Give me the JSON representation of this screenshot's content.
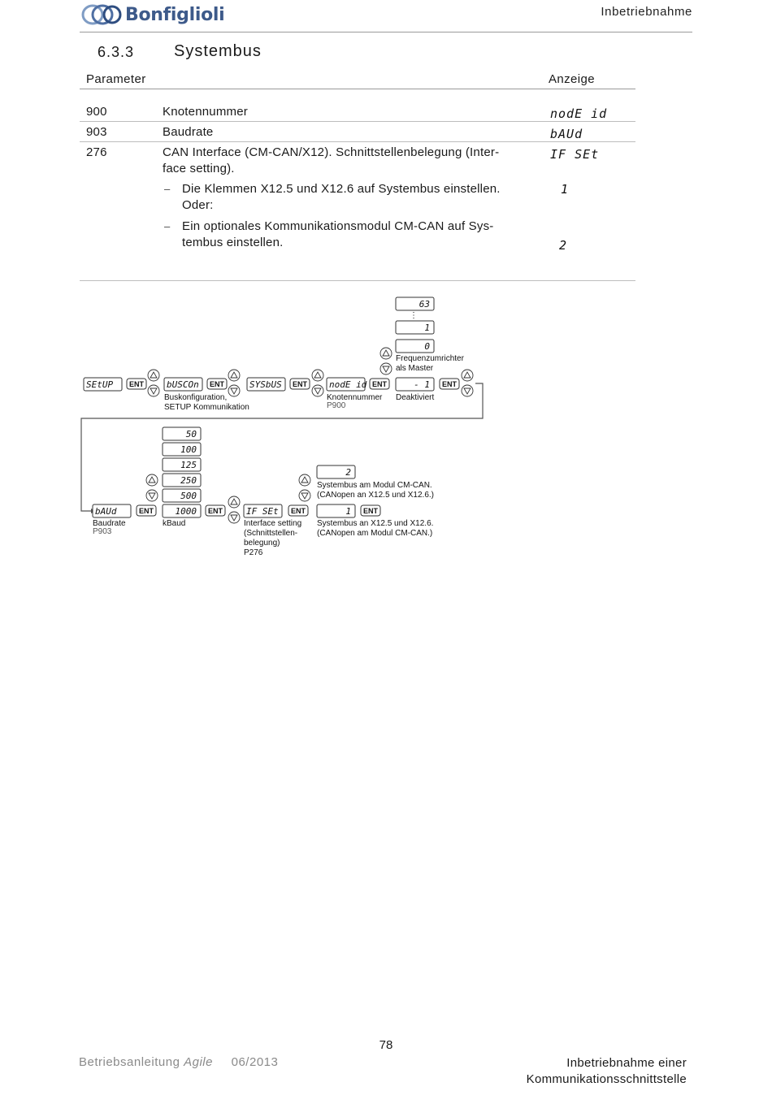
{
  "header": {
    "brand": "Bonfiglioli",
    "section_label": "Inbetriebnahme"
  },
  "section": {
    "number": "6.3.3",
    "title": "Systembus"
  },
  "table": {
    "col_param": "Parameter",
    "col_display": "Anzeige",
    "rows": [
      {
        "num": "900",
        "text": "Knotennummer",
        "display": "nodE id"
      },
      {
        "num": "903",
        "text": "Baudrate",
        "display": "bAUd"
      },
      {
        "num": "276",
        "text_l1": "CAN Interface (CM-CAN/X12). Schnittstellenbelegung (Inter-",
        "text_l2": "face setting).",
        "display": "IF SEt"
      }
    ],
    "bullets": [
      {
        "dash": "–",
        "l1": "Die Klemmen X12.5 und X12.6 auf Systembus einstellen.",
        "l2": "Oder:",
        "display": "1"
      },
      {
        "dash": "–",
        "l1": "Ein optionales Kommunikationsmodul CM-CAN auf Sys-",
        "l2": "tembus einstellen.",
        "display": "2"
      }
    ]
  },
  "diagram": {
    "lcd_setup": "SEtUP",
    "lcd_buscon": "bUSCOn",
    "lcd_sysbus": "SYSbUS",
    "lcd_nodeid": "nodE id",
    "lcd_minus1": "- 1",
    "lcd_63": "63",
    "lcd_1": "1",
    "lcd_0": "0",
    "vdots": "⋮",
    "lbl_master_1": "Frequenzumrichter",
    "lbl_master_2": "als Master",
    "lbl_buskonf_1": "Buskonfiguration,",
    "lbl_buskonf_2": "SETUP Kommunikation",
    "lbl_knoten": "Knotennummer",
    "lbl_p900": "P900",
    "lbl_deakt": "Deaktiviert",
    "lcd_baud": "bAUd",
    "lbl_baudrate": "Baudrate",
    "lbl_p903": "P903",
    "baud_values": [
      "50",
      "100",
      "125",
      "250",
      "500",
      "1000"
    ],
    "lbl_kbaud": "kBaud",
    "lcd_ifset": "IF SEt",
    "lbl_if_1": "Interface setting",
    "lbl_if_2": "(Schnittstellen-",
    "lbl_if_3": "belegung)",
    "lbl_p276": "P276",
    "lcd_2": "2",
    "lcd_1b": "1",
    "lbl_opt2_1": "Systembus am Modul CM-CAN.",
    "lbl_opt2_2": "(CANopen an X12.5 und X12.6.)",
    "lbl_opt1_1": "Systembus an X12.5 und X12.6.",
    "lbl_opt1_2": "(CANopen am Modul CM-CAN.)",
    "ent": "ENT"
  },
  "footer": {
    "page": "78",
    "manual": "Betriebsanleitung",
    "product": "Agile",
    "date": "06/2013",
    "chapter_l1": "Inbetriebnahme einer",
    "chapter_l2": "Kommunikationsschnittstelle"
  }
}
